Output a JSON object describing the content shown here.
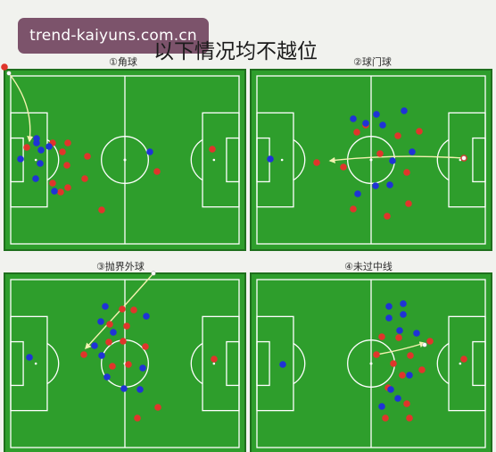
{
  "watermark": "trend-kaiyuns.com.cn",
  "title": "以下情况均不越位",
  "colors": {
    "pitch": "#2e9e2c",
    "pitch_border": "#1f6f1d",
    "lines": "#ffffff",
    "red_team": "#e0352b",
    "blue_team": "#1f33d6",
    "ball": "#ffffff",
    "pass_arrow": "#f4f2b0",
    "watermark_bg": "#62304e"
  },
  "panels": [
    {
      "label": "①角球",
      "situation": "corner-kick",
      "red_players": 14,
      "blue_players": 9
    },
    {
      "label": "②球门球",
      "situation": "goal-kick",
      "red_players": 11,
      "blue_players": 11
    },
    {
      "label": "③抛界外球",
      "situation": "throw-in",
      "red_players": 11,
      "blue_players": 11
    },
    {
      "label": "④未过中线",
      "situation": "own-half",
      "red_players": 11,
      "blue_players": 11
    }
  ]
}
